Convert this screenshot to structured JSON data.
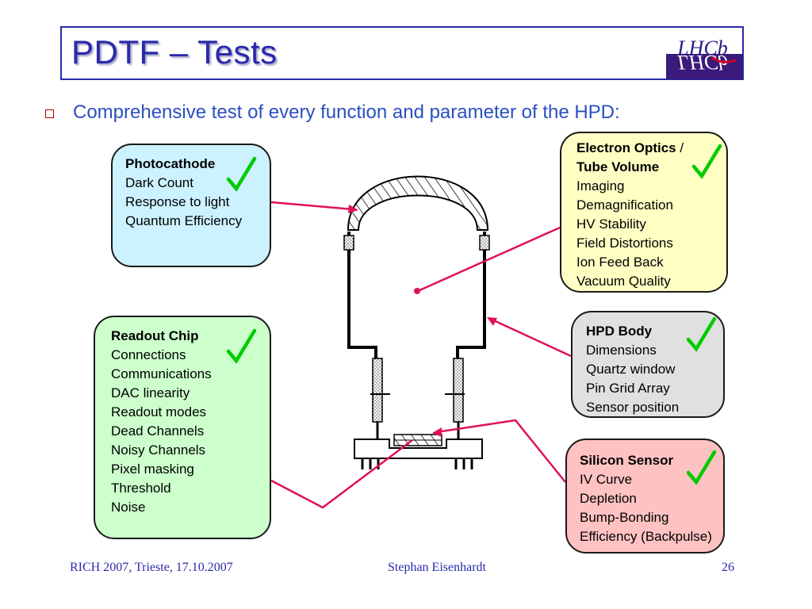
{
  "slide": {
    "title": "PDTF – Tests",
    "logo_text": "LHCb",
    "bullet": "Comprehensive test of every function and parameter of the HPD:"
  },
  "boxes": {
    "photocathode": {
      "header": "Photocathode",
      "items": [
        "Dark Count",
        "Response to light",
        "Quantum Efficiency"
      ]
    },
    "electron_optics": {
      "header": "Electron Optics",
      "header_suffix": " /",
      "header2": "Tube Volume",
      "items": [
        "Imaging",
        "Demagnification",
        "HV Stability",
        "Field Distortions",
        "Ion Feed Back",
        "Vacuum Quality"
      ]
    },
    "readout_chip": {
      "header": "Readout Chip",
      "items": [
        "Connections",
        "Communications",
        "DAC linearity",
        "Readout modes",
        "Dead Channels",
        "Noisy Channels",
        "Pixel masking",
        "Threshold",
        "Noise"
      ]
    },
    "hpd_body": {
      "header": "HPD Body",
      "items": [
        "Dimensions",
        "Quartz window",
        "Pin Grid Array",
        "Sensor position"
      ]
    },
    "silicon_sensor": {
      "header": "Silicon Sensor",
      "items": [
        "IV Curve",
        "Depletion",
        "Bump-Bonding",
        "Efficiency (Backpulse)"
      ]
    }
  },
  "footer": {
    "left": "RICH 2007, Trieste, 17.10.2007",
    "center": "Stephan Eisenhardt",
    "right": "26"
  },
  "colors": {
    "title": "#2a2aaa",
    "bullet_text": "#2a4fc0",
    "connector": "#e0105a",
    "check": "#00cc00"
  }
}
